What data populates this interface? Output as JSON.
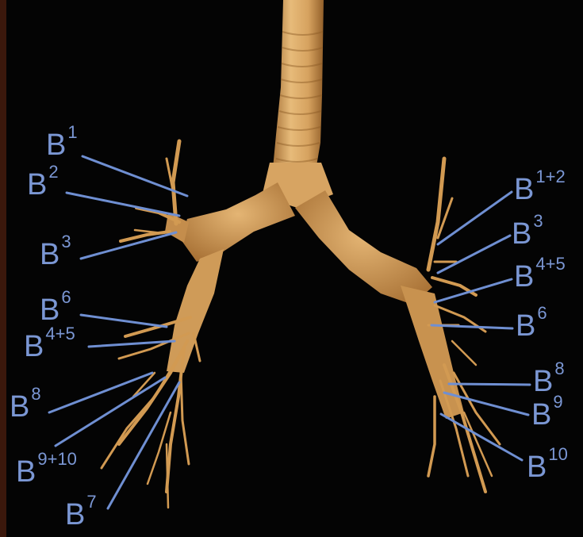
{
  "colors": {
    "background": "#040404",
    "airway": "#d9a864",
    "airway_dark": "#8a5a22",
    "leader_line": "#6f8fd2",
    "label_text": "#7b97d4"
  },
  "labels_left": [
    {
      "base": "B",
      "sup": "1"
    },
    {
      "base": "B",
      "sup": "2"
    },
    {
      "base": "B",
      "sup": "3"
    },
    {
      "base": "B",
      "sup": "6"
    },
    {
      "base": "B",
      "sup": "4+5"
    },
    {
      "base": "B",
      "sup": "8"
    },
    {
      "base": "B",
      "sup": "9+10"
    },
    {
      "base": "B",
      "sup": "7"
    }
  ],
  "labels_right": [
    {
      "base": "B",
      "sup": "1+2"
    },
    {
      "base": "B",
      "sup": "3"
    },
    {
      "base": "B",
      "sup": "4+5"
    },
    {
      "base": "B",
      "sup": "6"
    },
    {
      "base": "B",
      "sup": "8"
    },
    {
      "base": "B",
      "sup": "9"
    },
    {
      "base": "B",
      "sup": "10"
    }
  ]
}
